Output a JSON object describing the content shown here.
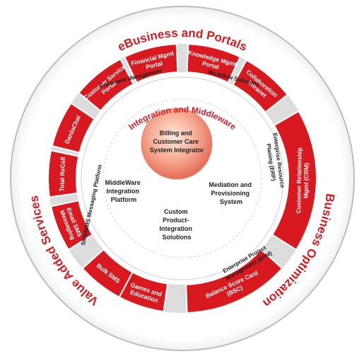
{
  "colors": {
    "accent_red": "#d81920",
    "ring_grey": "#dcdcdc",
    "core_orange": "#f08a72"
  },
  "sections": {
    "top": "eBusiness and Portals",
    "left": "Value Added Services",
    "right": "Business Optimization"
  },
  "middle_title": "Integration and Middleware",
  "core": [
    "Billing and",
    "Customer Care",
    "System Integrator"
  ],
  "red_segments": {
    "top": [
      {
        "id": "customer-service-portal",
        "lines": [
          "Customer Service",
          "Portal"
        ]
      },
      {
        "id": "financial-mgmt-portal",
        "lines": [
          "Financial Mgmt",
          "Portal"
        ]
      },
      {
        "id": "knowledge-mgmt-portal",
        "lines": [
          "Knowledge Mgmt",
          "Portal"
        ]
      },
      {
        "id": "collaboration-intranet",
        "lines": [
          "Collaboration",
          "Intranet"
        ]
      }
    ],
    "left": [
      {
        "id": "darda-chat",
        "lines": [
          "DardaChat"
        ]
      },
      {
        "id": "total-recall",
        "lines": [
          "Total ReCall"
        ]
      },
      {
        "id": "email-sms-messaging",
        "lines": [
          "Email SMS",
          "Messaging"
        ]
      },
      {
        "id": "bulk-sms",
        "lines": [
          "Bulk SMS"
        ]
      },
      {
        "id": "games-and-education",
        "lines": [
          "Games and",
          "Education"
        ]
      }
    ],
    "right": [
      {
        "id": "crm",
        "lines": [
          "Customer Relationship",
          "Mgmt (CRM)"
        ]
      },
      {
        "id": "bsc",
        "lines": [
          "Balance Score Card",
          "(BSC)"
        ]
      }
    ]
  },
  "inner_items": {
    "document_management": "Document Management",
    "workflow_solutions": "Workflow Solutions",
    "erp": [
      "Enterprise Resource",
      "Planing (ERP)"
    ],
    "epm": [
      "Enterprise Project",
      "Management (EPM)"
    ],
    "sms_platform": "SMS/MMS Messaging Platform"
  },
  "core_items": {
    "middleware_platform": [
      "MiddleWare",
      "Integration",
      "Platform"
    ],
    "mediation": [
      "Mediation and",
      "Provisioning",
      "System"
    ],
    "custom_solutions": [
      "Custom",
      "Product-",
      "Integration",
      "Solutions"
    ]
  }
}
